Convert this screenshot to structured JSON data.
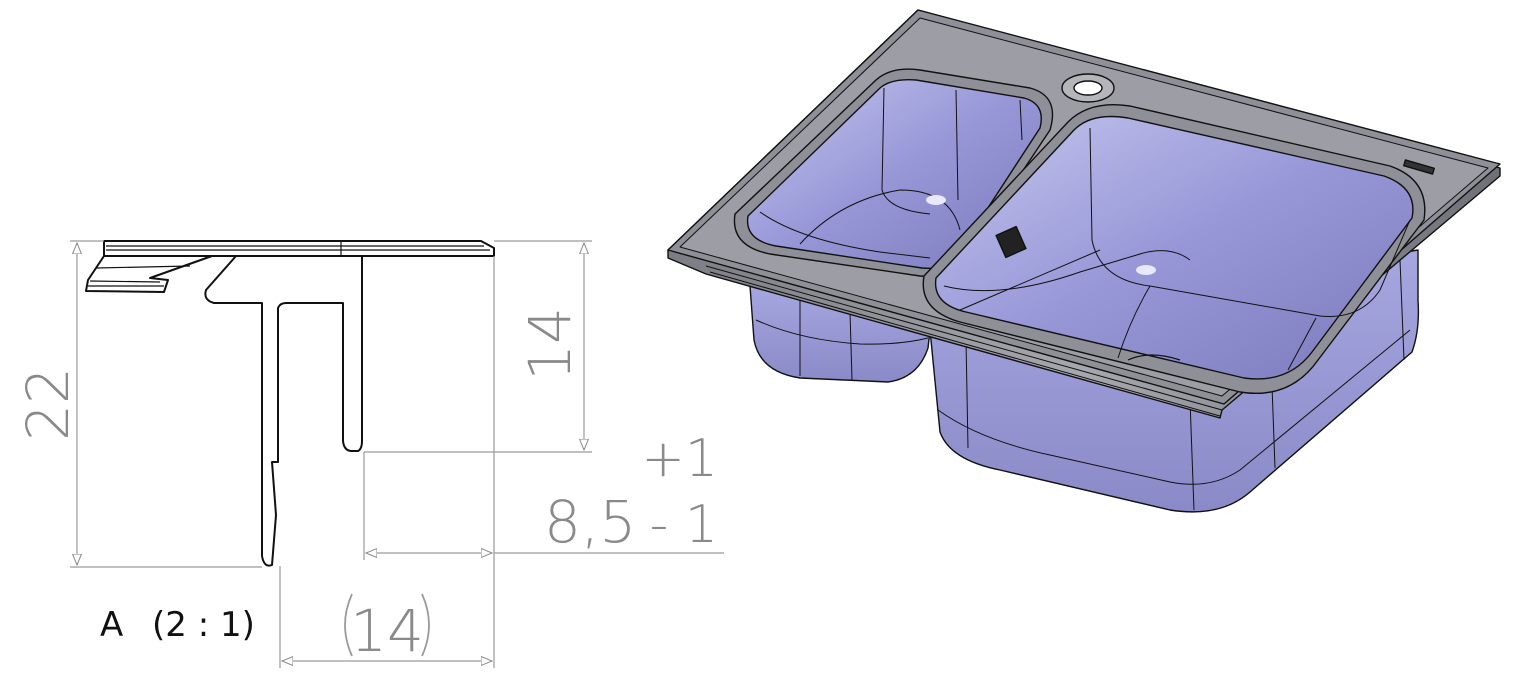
{
  "section_view": {
    "label": "A",
    "scale": "(2 : 1)"
  },
  "dimensions": {
    "overall_height": "22",
    "inner_leg_height": "14",
    "gap_width": "8,5",
    "tolerance_upper": "+1",
    "tolerance_lower": "- 1",
    "reference_width": "14"
  },
  "colors": {
    "dimension_text": "#8a8a8a",
    "sink_fill": "#9a9ad8",
    "sink_rim": "#8e8e96",
    "outline": "#111111"
  }
}
